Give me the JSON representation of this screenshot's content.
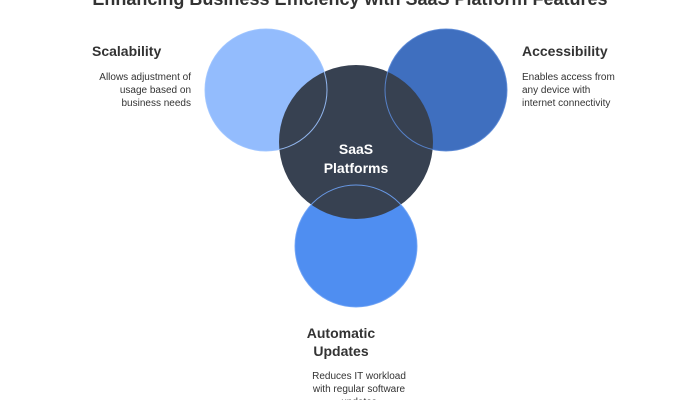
{
  "title": "Enhancing Business Efficiency with SaaS Platform Features",
  "center": {
    "label_line1": "SaaS",
    "label_line2": "Platforms",
    "color": "#374151"
  },
  "features": {
    "scalability": {
      "title": "Scalability",
      "desc_line1": "Allows adjustment of",
      "desc_line2": "usage based on",
      "desc_line3": "business needs",
      "color": "#93BCFD"
    },
    "accessibility": {
      "title": "Accessibility",
      "desc_line1": "Enables access from",
      "desc_line2": "any device with",
      "desc_line3": "internet connectivity",
      "color": "#3F6FBF"
    },
    "updates": {
      "title_line1": "Automatic",
      "title_line2": "Updates",
      "desc_line1": "Reduces IT workload",
      "desc_line2": "with regular software",
      "desc_line3": "updates",
      "color": "#4F8EF1"
    }
  }
}
